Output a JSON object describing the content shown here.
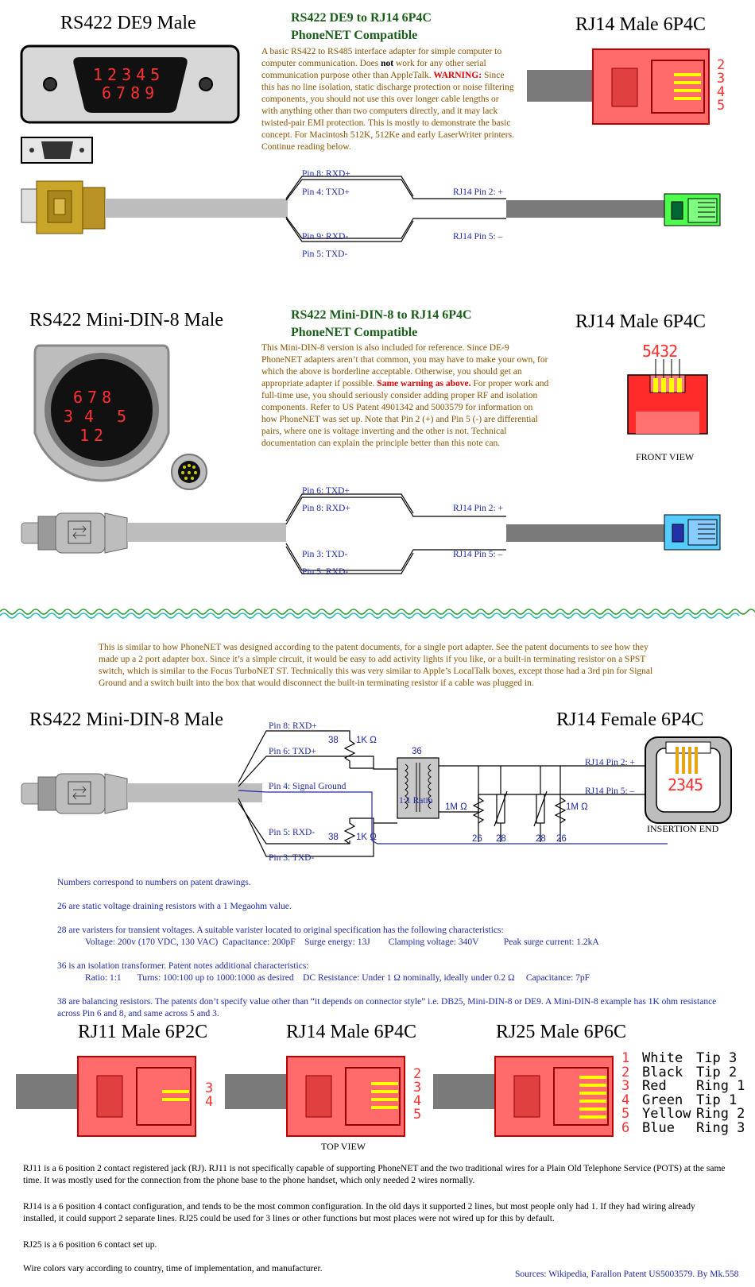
{
  "s1": {
    "left_title": "RS422 DE9 Male",
    "mid_title1": "RS422 DE9 to RJ14 6P4C",
    "mid_title2": "PhoneNET Compatible",
    "right_title": "RJ14 Male 6P4C",
    "note_a": "A basic RS422 to RS485 interface adapter for simple computer to computer communication. Does ",
    "note_not": "not",
    "note_b": " work for any other serial communication purpose other than AppleTalk. ",
    "note_warn": "WARNING:",
    "note_c": " Since this has no line isolation, static discharge protection or noise filtering components, you should not use this over longer cable lengths or with anything other than two computers directly, and it may lack twisted-pair EMI protection. This is mostly to demonstrate the basic concept. For Macintosh 512K, 512Ke and early LaserWriter printers. Continue reading below.",
    "de9_row1": "12345",
    "de9_row2": "6789",
    "rj_pins": [
      "2",
      "3",
      "4",
      "5"
    ],
    "wires": [
      "Pin 8: RXD+",
      "Pin 4: TXD+",
      "Pin 9: RXD-",
      "Pin 5: TXD-"
    ],
    "rj_wires": [
      "RJ14 Pin 2: +",
      "RJ14 Pin 5: –"
    ]
  },
  "s2": {
    "left_title": "RS422 Mini-DIN-8 Male",
    "mid_title1": "RS422 Mini-DIN-8 to RJ14 6P4C",
    "mid_title2": "PhoneNET Compatible",
    "right_title": "RJ14 Male 6P4C",
    "note_a": "This Mini-DIN-8 version is also included for reference. Since DE-9 PhoneNET adapters aren’t that common, you may have to make your own, for which the above is borderline acceptable. Otherwise, you should get an appropriate adapter if possible. ",
    "note_warn": "Same warning as above.",
    "note_b": " For proper work and full-time use, you should seriously consider adding proper RF and isolation components. Refer to US Patent 4901342 and 5003579 for information on how PhoneNET was set up. Note that Pin 2 (+) and Pin 5 (-) are differential pairs, where one is voltage inverting and the other is not. Technical documentation can explain the principle better than this note can.",
    "din_row1": "678",
    "din_row2a": "3",
    "din_row2b": "4",
    "din_row2c": "5",
    "din_row3": "12",
    "front_pins": "5432",
    "front_view": "FRONT VIEW",
    "wires": [
      "Pin 6: TXD+",
      "Pin 8: RXD+",
      "Pin 3: TXD-",
      "Pin 5: RXD-"
    ],
    "rj_wires": [
      "RJ14 Pin 2: +",
      "RJ14 Pin 5: –"
    ]
  },
  "s3": {
    "intro": "This is similar to how PhoneNET was designed according to the patent documents, for a single port adapter. See the patent documents to see how they made up a 2 port adapter box. Since it’s a simple circuit, it would be easy to add activity lights if you like, or a built-in terminating resistor on a SPST switch, which is similar to the Focus TurboNET ST. Technically this was very similar to Apple’s LocalTalk boxes, except those had a 3rd pin for Signal Ground and a switch built into the box that would disconnect the built-in terminating resistor if a cable was plugged in.",
    "left_title": "RS422 Mini-DIN-8 Male",
    "right_title": "RJ14 Female 6P4C",
    "wires": [
      "Pin 8: RXD+",
      "Pin 6: TXD+",
      "Pin 4: Signal Ground",
      "Pin 5: RXD-",
      "Pin 3: TXD-"
    ],
    "r38a": "38",
    "r1k_a": "1K Ω",
    "r38b": "38",
    "r1k_b": "1K Ω",
    "t36": "36",
    "ratio": "1:1 Ratio",
    "m1a": "1M Ω",
    "m1b": "1M Ω",
    "n26a": "26",
    "n28a": "28",
    "n28b": "28",
    "n26b": "26",
    "rj_wires": [
      "RJ14 Pin 2: +",
      "RJ14 Pin 5: –"
    ],
    "female_pins": "2345",
    "insertion": "INSERTION END"
  },
  "notes": {
    "n1": "Numbers correspond to numbers on patent drawings.",
    "n2": "26 are static voltage draining resistors with a 1 Megaohm value.",
    "n3": "28 are varisters for transient voltages. A suitable varister located to original specification has the following characteristics:",
    "n3b": "Voltage: 200v (170 VDC, 130 VAC)  Capacitance: 200pF    Surge energy: 13J        Clamping voltage: 340V           Peak surge current: 1.2kA",
    "n4": "36 is an isolation transformer. Patent notes additional characteristics:",
    "n4b": "Ratio: 1:1       Turns: 100:100 up to 1000:1000 as desired    DC Resistance: Under 1 Ω nominally, ideally under 0.2 Ω     Capacitance: 7pF",
    "n5": "38 are balancing resistors. The patents don’t specify value other than “it depends on connector style” i.e. DB25, Mini-DIN-8 or DE9. A Mini-DIN-8 example has 1K ohm resistance across Pin 6 and 8, and same across 5 and 3."
  },
  "s4": {
    "rj11_title": "RJ11 Male 6P2C",
    "rj14_title": "RJ14 Male 6P4C",
    "rj25_title": "RJ25 Male 6P6C",
    "rj11_pins": [
      "3",
      "4"
    ],
    "rj14_pins": [
      "2",
      "3",
      "4",
      "5"
    ],
    "top_view": "TOP VIEW",
    "rj25_rows": [
      {
        "n": "1",
        "color": "White",
        "pair": "Tip 3"
      },
      {
        "n": "2",
        "color": "Black",
        "pair": "Tip 2"
      },
      {
        "n": "3",
        "color": "Red",
        "pair": "Ring 1"
      },
      {
        "n": "4",
        "color": "Green",
        "pair": "Tip 1"
      },
      {
        "n": "5",
        "color": "Yellow",
        "pair": "Ring 2"
      },
      {
        "n": "6",
        "color": "Blue",
        "pair": "Ring 3"
      }
    ],
    "p1": "RJ11 is a 6 position 2 contact registered jack (RJ). RJ11 is not specifically capable of supporting PhoneNET and the two traditional wires for a Plain Old Telephone Service (POTS) at the same time. It was mostly used for the connection from the phone base to the phone handset, which only needed 2 wires normally.",
    "p2": "RJ14 is a 6 position 4 contact configuration, and tends to be the most common configuration. In the old days it supported 2 lines, but most people only had 1. If they had wiring already installed, it could support 2 separate lines. RJ25 could be used for 3 lines or other functions but most places were not wired up for this by default.",
    "p3": "RJ25 is a 6 position 6 contact set up.",
    "p4": "Wire colors vary according to country, time of implementation, and manufacturer.",
    "sources": "Sources: Wikipedia, Farallon Patent US5003579. By Mk.558"
  }
}
